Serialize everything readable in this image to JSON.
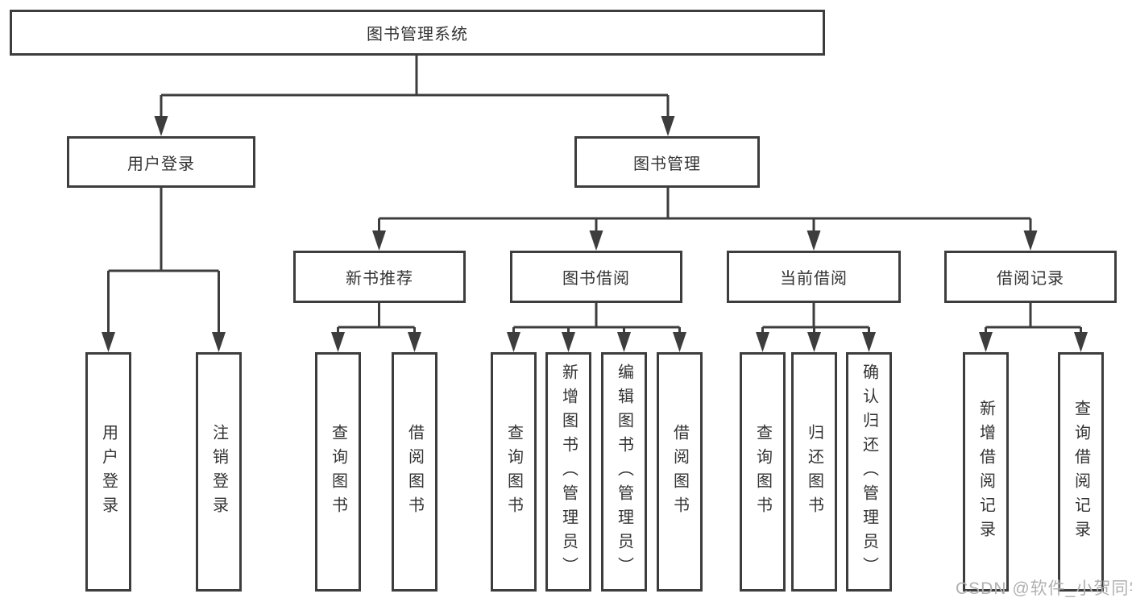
{
  "diagram": {
    "root": {
      "label": "图书管理系统"
    },
    "branches": [
      {
        "label": "用户登录",
        "leaves": [
          {
            "label": "用户登录"
          },
          {
            "label": "注销登录"
          }
        ]
      },
      {
        "label": "图书管理",
        "children": [
          {
            "label": "新书推荐",
            "leaves": [
              {
                "label": "查询图书"
              },
              {
                "label": "借阅图书"
              }
            ]
          },
          {
            "label": "图书借阅",
            "leaves": [
              {
                "label": "查询图书"
              },
              {
                "label": "新增图书（管理员）"
              },
              {
                "label": "编辑图书（管理员）"
              },
              {
                "label": "借阅图书"
              }
            ]
          },
          {
            "label": "当前借阅",
            "leaves": [
              {
                "label": "查询图书"
              },
              {
                "label": "归还图书"
              },
              {
                "label": "确认归还（管理员）"
              }
            ]
          },
          {
            "label": "借阅记录",
            "leaves": [
              {
                "label": "新增借阅记录"
              },
              {
                "label": "查询借阅记录"
              }
            ]
          }
        ]
      }
    ],
    "watermark": "CSDN @软件_小贺同学",
    "colors": {
      "line": "#3d3d3d",
      "text": "#333333",
      "watermark": "#b0b0b0",
      "background": "#ffffff"
    }
  }
}
